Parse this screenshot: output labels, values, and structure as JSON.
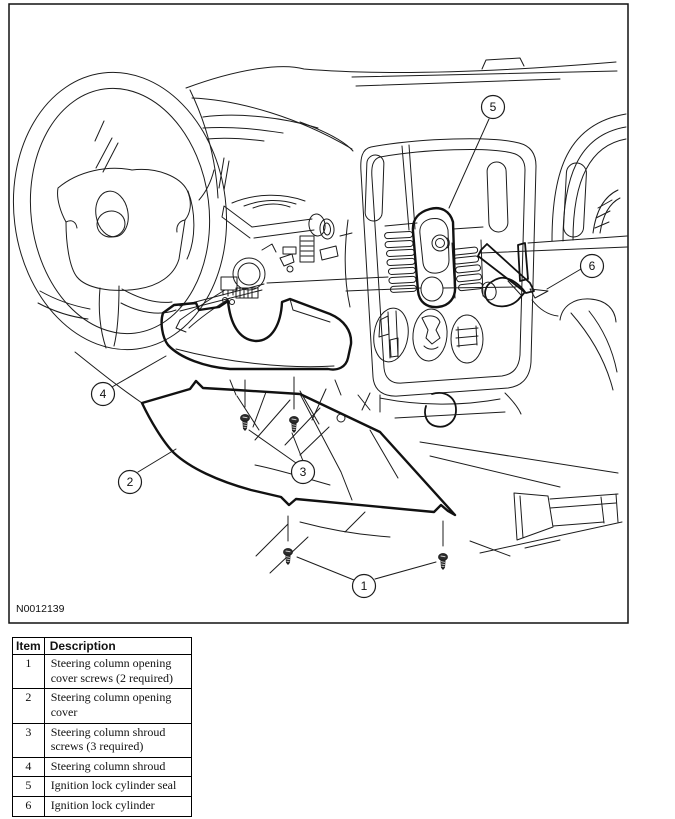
{
  "figure": {
    "id_label": "N0012139",
    "callouts": [
      "1",
      "2",
      "3",
      "4",
      "5",
      "6"
    ]
  },
  "table": {
    "headers": {
      "item": "Item",
      "description": "Description"
    },
    "rows": [
      {
        "item": "1",
        "description": "Steering column opening cover screws (2 required)"
      },
      {
        "item": "2",
        "description": "Steering column opening cover"
      },
      {
        "item": "3",
        "description": "Steering column shroud screws (3 required)"
      },
      {
        "item": "4",
        "description": "Steering column shroud"
      },
      {
        "item": "5",
        "description": "Ignition lock cylinder seal"
      },
      {
        "item": "6",
        "description": "Ignition lock cylinder"
      }
    ]
  },
  "colors": {
    "line": "#1c1c1c",
    "background": "#ffffff"
  }
}
